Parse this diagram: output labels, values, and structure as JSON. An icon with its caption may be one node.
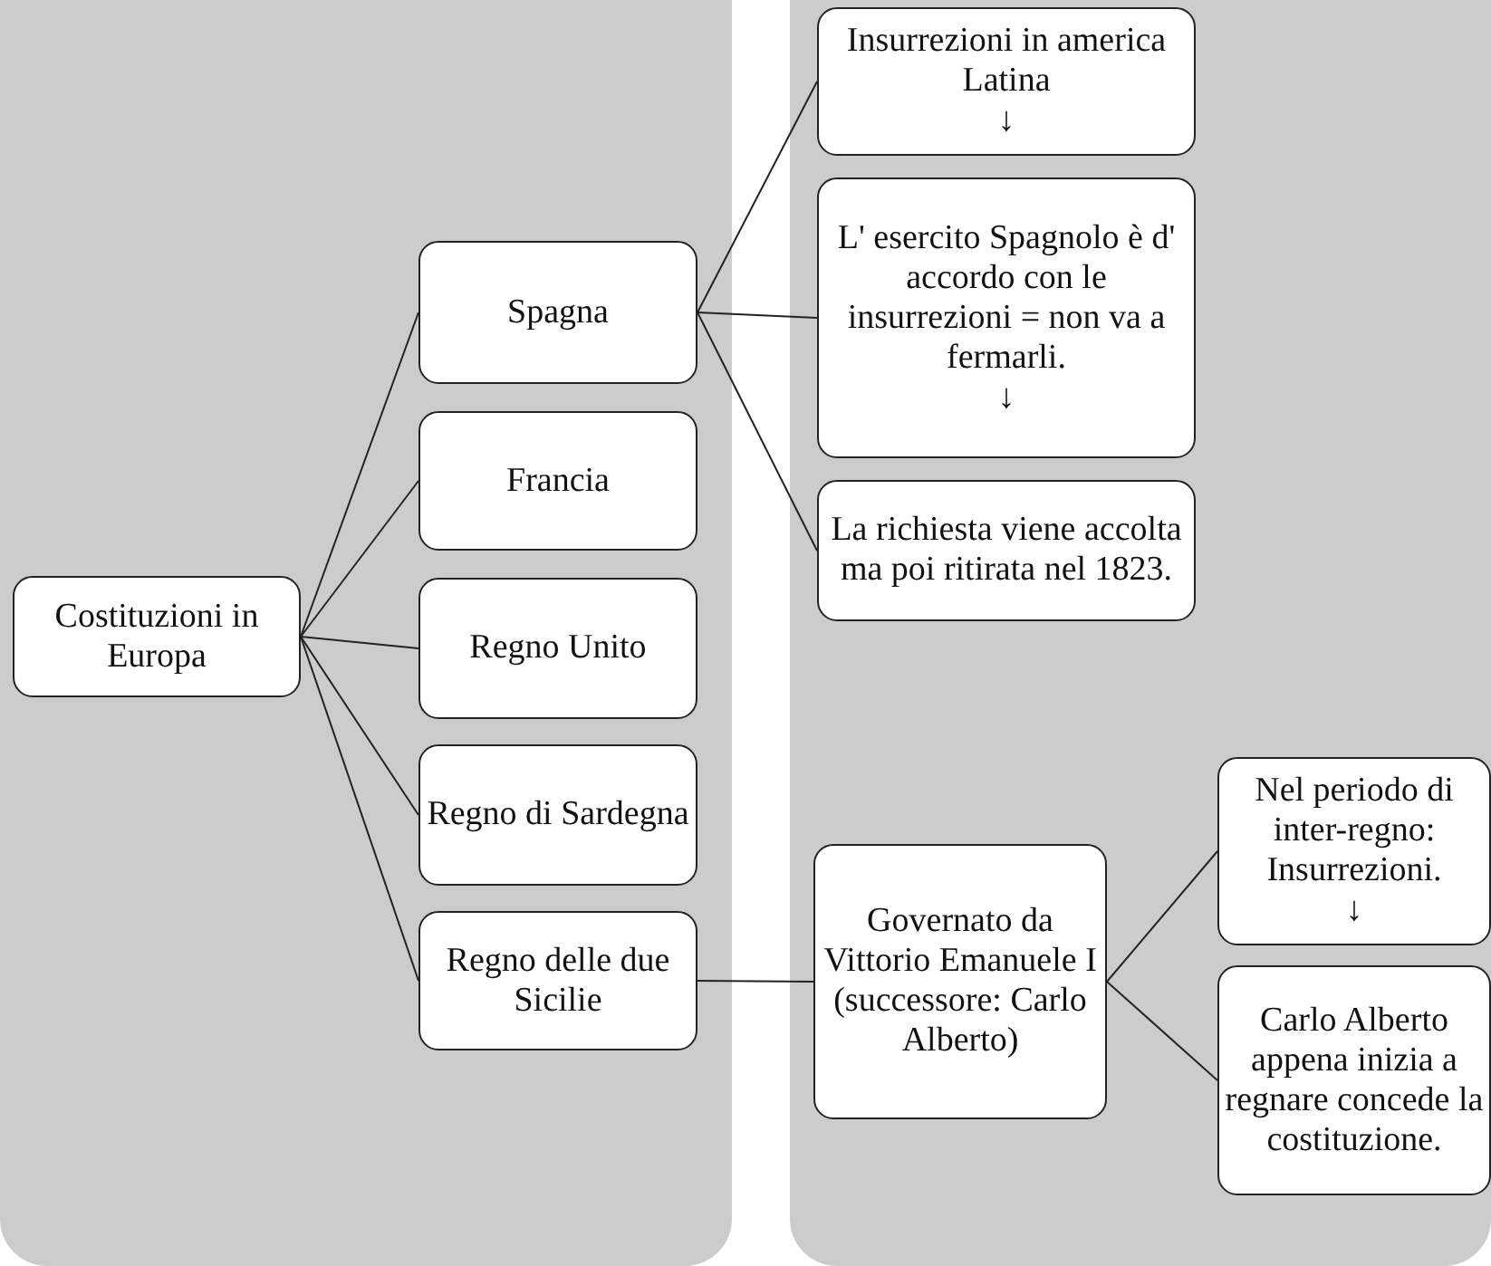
{
  "diagram": {
    "nodes": [
      {
        "text": [
          "Costituzioni in Europa"
        ]
      },
      {
        "text": [
          "Spagna"
        ]
      },
      {
        "text": [
          "Francia"
        ]
      },
      {
        "text": [
          "Regno Unito"
        ]
      },
      {
        "text": [
          "Regno di Sardegna"
        ]
      },
      {
        "text": [
          "Regno delle due Sicilie"
        ]
      },
      {
        "text": [
          "Insurrezioni in america Latina",
          "↓"
        ]
      },
      {
        "text": [
          "L' esercito Spagnolo è d' accordo con le insurrezioni = non va a fermarli.",
          "↓"
        ]
      },
      {
        "text": [
          "La richiesta viene accolta ma poi ritirata nel 1823."
        ]
      },
      {
        "text": [
          "Governato da Vittorio Emanuele I (successore: Carlo Alberto)"
        ]
      },
      {
        "text": [
          "Nel periodo di inter-regno: Insurrezioni.",
          "↓"
        ]
      },
      {
        "text": [
          "Carlo Alberto appena inizia a regnare concede la costituzione."
        ]
      }
    ],
    "edges": [
      {
        "from": 0,
        "to": 1,
        "arrow": "none"
      },
      {
        "from": 0,
        "to": 2,
        "arrow": "none"
      },
      {
        "from": 0,
        "to": 3,
        "arrow": "none"
      },
      {
        "from": 0,
        "to": 4,
        "arrow": "none"
      },
      {
        "from": 0,
        "to": 5,
        "arrow": "none"
      },
      {
        "from": 1,
        "to": 6,
        "arrow": "none"
      },
      {
        "from": 1,
        "to": 7,
        "arrow": "none"
      },
      {
        "from": 1,
        "to": 8,
        "arrow": "none"
      },
      {
        "from": 5,
        "to": 9,
        "arrow": "none"
      },
      {
        "from": 9,
        "to": 10,
        "arrow": "none"
      },
      {
        "from": 9,
        "to": 11,
        "arrow": "none"
      }
    ]
  }
}
